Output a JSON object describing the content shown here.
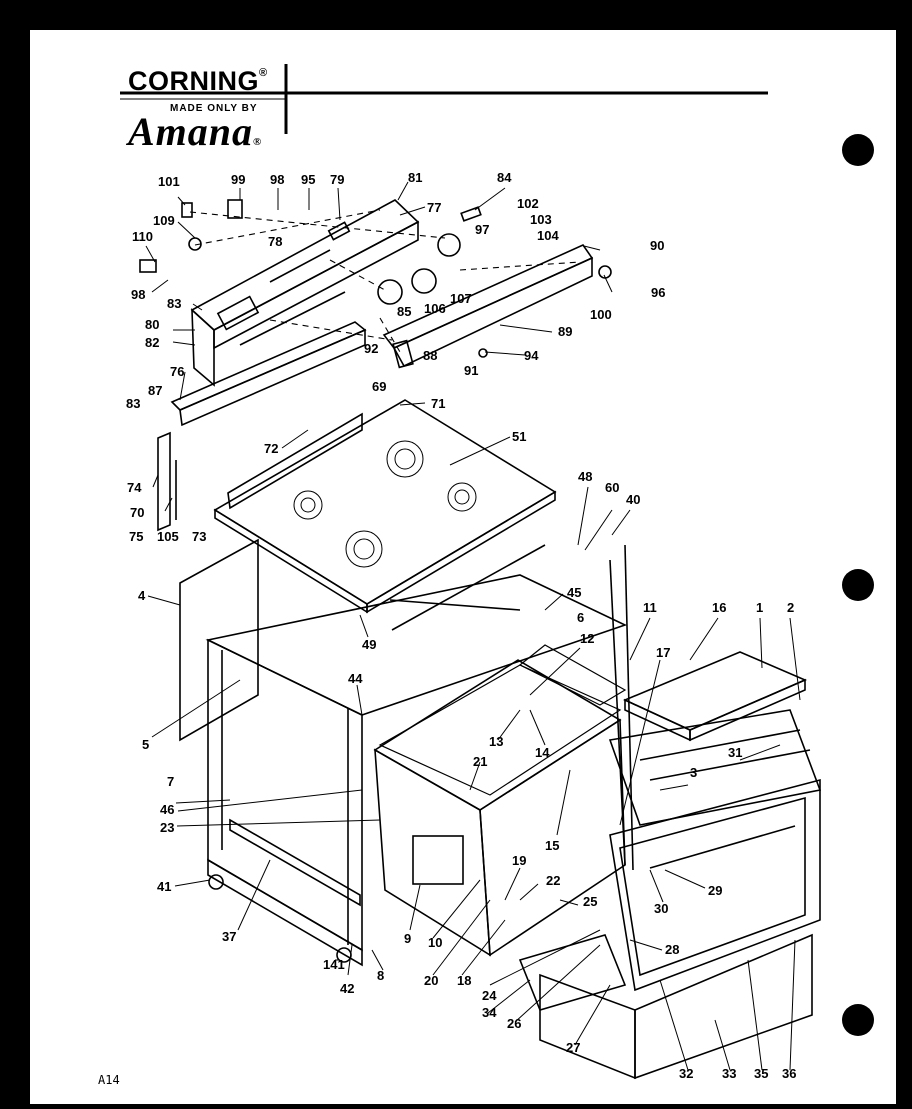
{
  "header": {
    "brand": "CORNING",
    "brand_mark": "®",
    "tagline": "MADE ONLY BY",
    "maker": "Amana",
    "maker_mark": "®"
  },
  "footer": {
    "page_code": "A14"
  },
  "icons": {
    "binder_hole": "binder-hole-icon"
  },
  "parts": {
    "p101": "101",
    "p99": "99",
    "p98a": "98",
    "p95": "95",
    "p79": "79",
    "p81": "81",
    "p84": "84",
    "p77": "77",
    "p102": "102",
    "p103": "103",
    "p104": "104",
    "p97": "97",
    "p109": "109",
    "p78": "78",
    "p90": "90",
    "p110": "110",
    "p98b": "98",
    "p107": "107",
    "p96": "96",
    "p106": "106",
    "p85": "85",
    "p100": "100",
    "p83a": "83",
    "p89": "89",
    "p80": "80",
    "p82": "82",
    "p92": "92",
    "p94": "94",
    "p88": "88",
    "p91": "91",
    "p76": "76",
    "p69": "69",
    "p87": "87",
    "p71": "71",
    "p83b": "83",
    "p51": "51",
    "p72": "72",
    "p74": "74",
    "p70": "70",
    "p75": "75",
    "p105": "105",
    "p73": "73",
    "p48": "48",
    "p60": "60",
    "p40": "40",
    "p4": "4",
    "p45": "45",
    "p6": "6",
    "p49": "49",
    "p11": "11",
    "p16": "16",
    "p1": "1",
    "p2": "2",
    "p12": "12",
    "p5": "5",
    "p44": "44",
    "p17": "17",
    "p13": "13",
    "p14": "14",
    "p31": "31",
    "p7": "7",
    "p21": "21",
    "p3": "3",
    "p46": "46",
    "p23": "23",
    "p15": "15",
    "p19": "19",
    "p29": "29",
    "p41": "41",
    "p22": "22",
    "p30": "30",
    "p25": "25",
    "p37": "37",
    "p9": "9",
    "p10": "10",
    "p28": "28",
    "p20": "20",
    "p18": "18",
    "p24": "24",
    "p141": "141",
    "p42": "42",
    "p8": "8",
    "p34": "34",
    "p26": "26",
    "p27": "27",
    "p32": "32",
    "p33": "33",
    "p35": "35",
    "p36": "36"
  }
}
